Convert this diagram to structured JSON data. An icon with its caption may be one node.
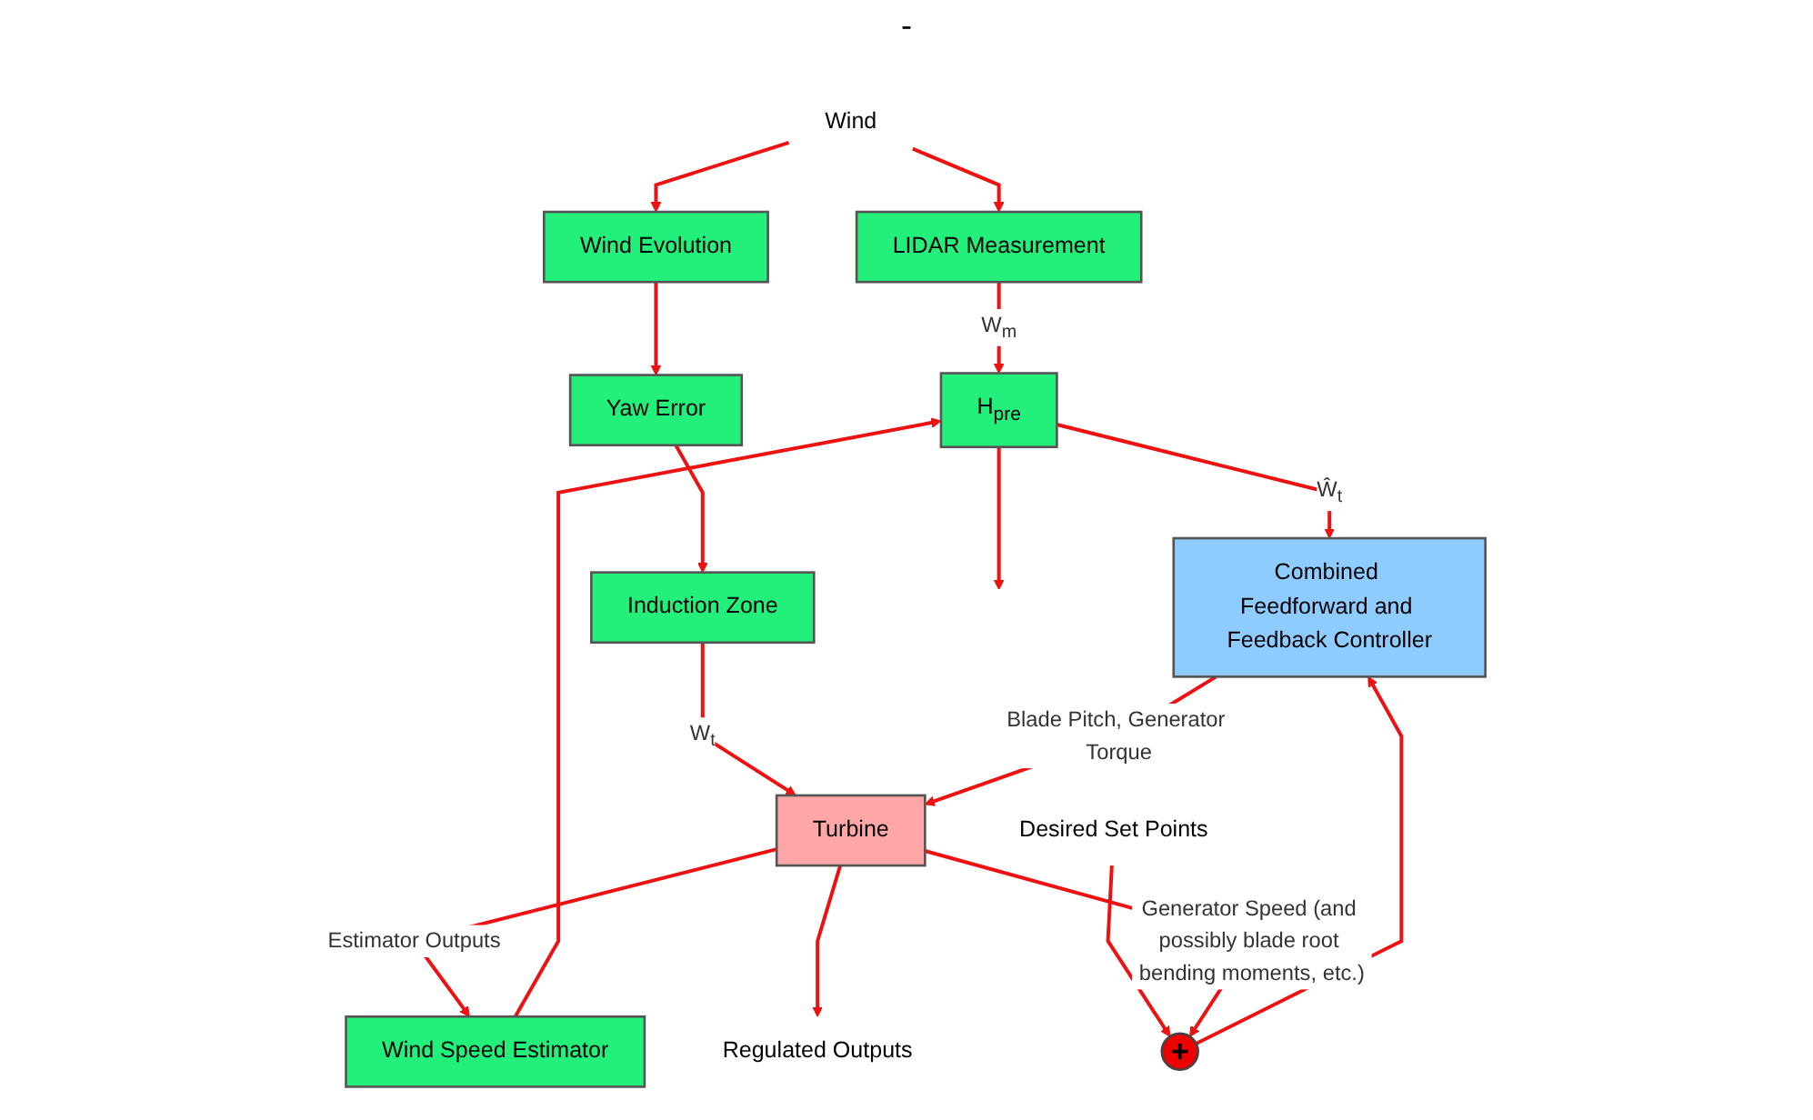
{
  "diagram": {
    "nodes": [
      {
        "text": [
          "Wind"
        ]
      },
      {
        "text": [
          "LIDAR Measurement"
        ]
      },
      {
        "text": [
          "H$_{pre}$"
        ]
      },
      {
        "text": [
          "Wind Evolution"
        ]
      },
      {
        "text": [
          "Yaw Error"
        ]
      },
      {
        "text": [
          "Induction Zone"
        ]
      },
      {
        "text": [
          "Wind Speed Estimator"
        ]
      },
      {
        "text": [
          "+"
        ]
      },
      {
        "text": [
          "Combined Feedforward and Feedback Controller"
        ]
      },
      {
        "text": [
          "Turbine"
        ]
      },
      {
        "text": [
          "Desired Set Points"
        ]
      },
      {
        "text": [
          "Regulated Outputs"
        ]
      }
    ],
    "edges": [
      {
        "from": 0,
        "to": 1,
        "arrow": "to"
      },
      {
        "from": 0,
        "to": 3,
        "arrow": "to"
      },
      {
        "from": 1,
        "to": 2,
        "arrow": "to",
        "label": "W$_{m}$"
      },
      {
        "from": 2,
        "to": null,
        "arrow": "to"
      },
      {
        "from": 2,
        "to": 8,
        "arrow": "to",
        "label": "Ŵ$_{t}$"
      },
      {
        "from": 3,
        "to": 4,
        "arrow": "to"
      },
      {
        "from": 4,
        "to": 5,
        "arrow": "to"
      },
      {
        "from": 5,
        "to": 9,
        "arrow": "to",
        "label": "W$_{t}$"
      },
      {
        "from": 9,
        "to": 6,
        "arrow": "to",
        "label": "Estimator Outputs"
      },
      {
        "from": 6,
        "to": 2,
        "arrow": "to"
      },
      {
        "from": 10,
        "to": 7,
        "arrow": "to"
      },
      {
        "from": 7,
        "to": 8,
        "arrow": "to"
      },
      {
        "from": 8,
        "to": 9,
        "arrow": "to",
        "label": "Blade Pitch, Generator Torque"
      },
      {
        "from": 9,
        "to": 11,
        "arrow": "to"
      },
      {
        "from": 9,
        "to": 7,
        "arrow": "to",
        "label": "Generator Speed (and possibly blade root bending moments, etc.)"
      }
    ],
    "labels": [
      "-"
    ]
  }
}
